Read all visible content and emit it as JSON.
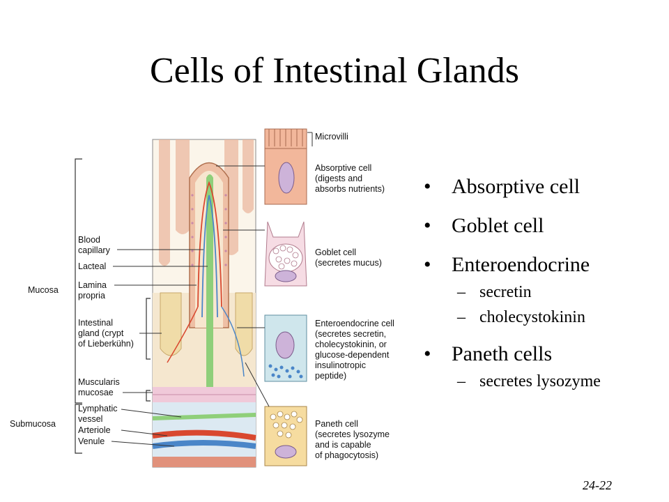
{
  "slide": {
    "title": "Cells of Intestinal Glands",
    "number": "24-22"
  },
  "bullets": [
    {
      "text": "Absorptive cell",
      "level": 1
    },
    {
      "text": "Goblet cell",
      "level": 1
    },
    {
      "text": "Enteroendocrine",
      "level": 1
    },
    {
      "text": "secretin",
      "level": 2
    },
    {
      "text": "cholecystokinin",
      "level": 2
    },
    {
      "text": "Paneth cells",
      "level": 1
    },
    {
      "text": "secretes lysozyme",
      "level": 2
    }
  ],
  "figure": {
    "layer_labels": {
      "mucosa": "Mucosa",
      "submucosa": "Submucosa"
    },
    "left_labels": {
      "blood_capillary": [
        "Blood",
        "capillary"
      ],
      "lacteal": [
        "Lacteal"
      ],
      "lamina_propria": [
        "Lamina",
        "propria"
      ],
      "intestinal_gland": [
        "Intestinal",
        "gland (crypt",
        "of Lieberkühn)"
      ],
      "muscularis_mucosae": [
        "Muscularis",
        "mucosae"
      ],
      "lymphatic_vessel": [
        "Lymphatic",
        "vessel"
      ],
      "arteriole": [
        "Arteriole"
      ],
      "venule": [
        "Venule"
      ]
    },
    "cell_labels": {
      "microvilli": [
        "Microvilli"
      ],
      "absorptive": [
        "Absorptive cell",
        "(digests and",
        "absorbs nutrients)"
      ],
      "goblet": [
        "Goblet cell",
        "(secretes mucus)"
      ],
      "enteroendocrine": [
        "Enteroendocrine cell",
        "(secretes secretin,",
        "cholecystokinin, or",
        "glucose-dependent",
        "insulinotropic",
        "peptide)"
      ],
      "paneth": [
        "Paneth cell",
        "(secretes lysozyme",
        "and is capable",
        "of phagocytosis)"
      ]
    }
  },
  "colors": {
    "villus": "#e9b49a",
    "lamina": "#f5e7cf",
    "lacteal": "#8fcf7a",
    "artery": "#d9482f",
    "vein": "#4a86c8",
    "muscularis": "#f0c9d9",
    "submucosa": "#dce9f2",
    "absorptive_cell": "#f2b79b",
    "goblet_cell": "#f6dce4",
    "enteroendocrine_cell": "#cfe6ec",
    "paneth_cell": "#f6dca0",
    "nucleus": "#cdb3d9"
  }
}
